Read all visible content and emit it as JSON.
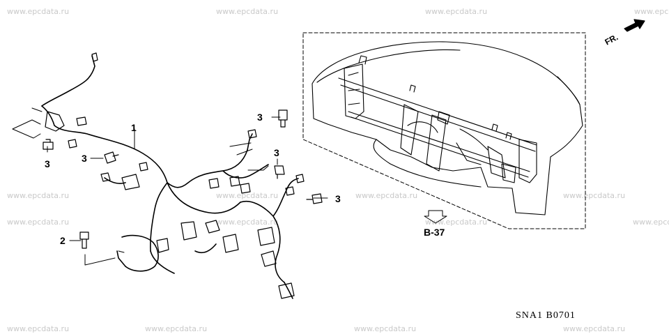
{
  "watermarks": [
    "www.epcdata.ru",
    "www.epcdata.ru",
    "www.epcdata.ru",
    "www.epcdata.ru",
    "www.epcdata.ru",
    "www.epcdata.ru",
    "www.epcdata.ru",
    "www.epcdata.ru",
    "www.epcdata.ru",
    "www.epcdata.ru",
    "www.epcdata.ru",
    "www.epcdata.ru",
    "www.epcdata.ru",
    "www.epcdata.ru",
    "www.epcdata.ru",
    "www.epcdata.ru"
  ],
  "callouts": {
    "harness": "1",
    "bolt_small": "2",
    "bolt_a": "3",
    "bolt_b": "3",
    "bolt_c": "3",
    "bolt_d": "3",
    "bolt_e": "3"
  },
  "direction": {
    "label": "FR."
  },
  "reference": {
    "label": "B-37"
  },
  "diagram_code": "SNA1  B0701",
  "colors": {
    "line": "#000000",
    "watermark": "#c9c9c9"
  }
}
